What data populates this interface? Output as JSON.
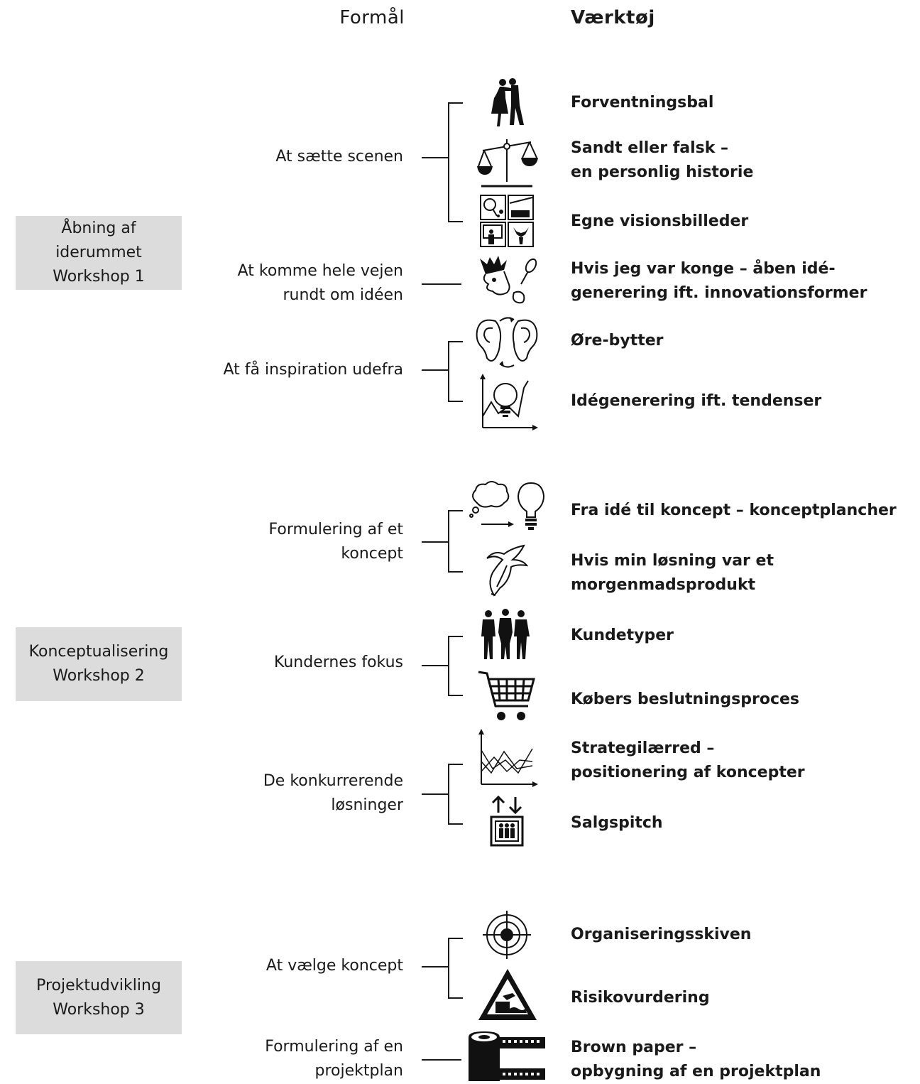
{
  "headers": {
    "purpose": "Formål",
    "tools": "Værktøj"
  },
  "phases": [
    {
      "lines": [
        "Åbning af",
        "iderummet",
        "Workshop 1"
      ]
    },
    {
      "lines": [
        "Konceptualisering",
        "Workshop 2"
      ]
    },
    {
      "lines": [
        "Projektudvikling",
        "Workshop 3"
      ]
    }
  ],
  "purposes": [
    {
      "lines": [
        "At sætte scenen"
      ]
    },
    {
      "lines": [
        "At komme hele vejen",
        "rundt om idéen"
      ]
    },
    {
      "lines": [
        "At få inspiration udefra"
      ]
    },
    {
      "lines": [
        "Formulering af et",
        "koncept"
      ]
    },
    {
      "lines": [
        "Kundernes fokus"
      ]
    },
    {
      "lines": [
        "De konkurrerende",
        "løsninger"
      ]
    },
    {
      "lines": [
        "At vælge koncept"
      ]
    },
    {
      "lines": [
        "Formulering af en",
        "projektplan"
      ]
    }
  ],
  "tools": [
    {
      "lines": [
        "Forventningsbal"
      ],
      "icon": "dancing-couple-icon"
    },
    {
      "lines": [
        "Sandt eller falsk –",
        "en personlig historie"
      ],
      "icon": "scales-icon"
    },
    {
      "lines": [
        "Egne visionsbilleder"
      ],
      "icon": "vision-pictures-icon"
    },
    {
      "lines": [
        "Hvis jeg var konge – åben idé-",
        "generering ift. innovationsformer"
      ],
      "icon": "king-icon"
    },
    {
      "lines": [
        "Øre-bytter"
      ],
      "icon": "ear-swap-icon"
    },
    {
      "lines": [
        "Idégenerering ift. tendenser"
      ],
      "icon": "trend-bulb-icon"
    },
    {
      "lines": [
        "Fra idé til koncept – konceptplancher"
      ],
      "icon": "cloud-to-bulb-icon"
    },
    {
      "lines": [
        "Hvis min løsning var et",
        "morgenmadsprodukt"
      ],
      "icon": "banana-icon"
    },
    {
      "lines": [
        "Kundetyper"
      ],
      "icon": "people-silhouettes-icon"
    },
    {
      "lines": [
        "Købers beslutningsproces"
      ],
      "icon": "shopping-cart-icon"
    },
    {
      "lines": [
        "Strategilærred –",
        "positionering af koncepter"
      ],
      "icon": "strategy-canvas-icon"
    },
    {
      "lines": [
        "Salgspitch"
      ],
      "icon": "elevator-icon"
    },
    {
      "lines": [
        "Organiseringsskiven"
      ],
      "icon": "target-icon"
    },
    {
      "lines": [
        "Risikovurdering"
      ],
      "icon": "warning-sign-icon"
    },
    {
      "lines": [
        "Brown paper –",
        "opbygning af en projektplan"
      ],
      "icon": "paper-roll-icon"
    }
  ]
}
